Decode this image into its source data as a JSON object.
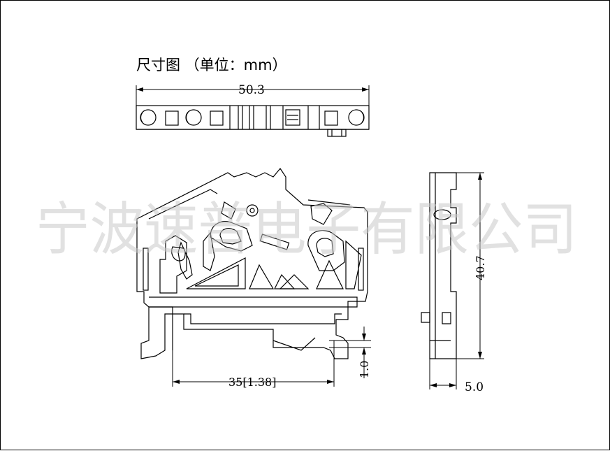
{
  "title": "尺寸图 （单位：mm）",
  "watermark": "宁波速普电子有限公司",
  "dimensions": {
    "width_top": "50.3",
    "height_side": "40.7",
    "depth_side": "5.0",
    "rail_span": "35[1.38]",
    "rail_offset": "1.0"
  },
  "colors": {
    "line": "#000000",
    "background": "#ffffff",
    "watermark": "#c8c8c8"
  }
}
